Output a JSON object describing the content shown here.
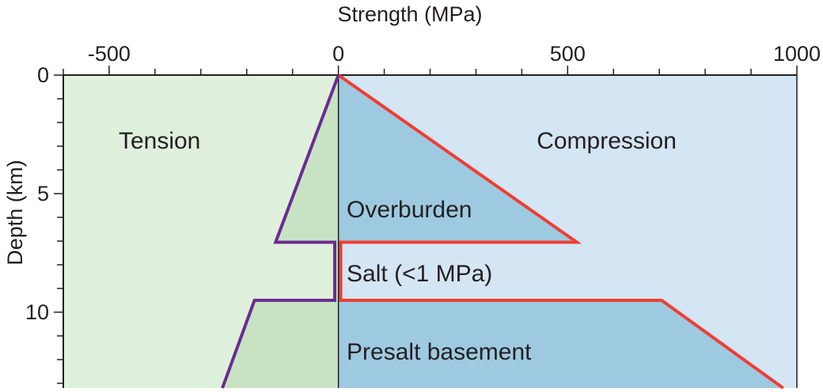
{
  "chart_data": {
    "type": "area",
    "xlabel": "Strength (MPa)",
    "ylabel": "Depth (km)",
    "xlim": [
      -600,
      1000
    ],
    "ylim": [
      0,
      13.2
    ],
    "y_inverted": true,
    "x_axis_position": "top",
    "x_ticks": [
      {
        "value": -500,
        "label": "-500"
      },
      {
        "value": 0,
        "label": "0"
      },
      {
        "value": 500,
        "label": "500"
      },
      {
        "value": 1000,
        "label": "1000"
      }
    ],
    "x_minor_step": 100,
    "y_ticks": [
      {
        "value": 0,
        "label": "0"
      },
      {
        "value": 5,
        "label": "5"
      },
      {
        "value": 10,
        "label": "10"
      }
    ],
    "y_minor_step": 1,
    "regions": [
      {
        "label": "Tension",
        "x": -390,
        "y": 2.8
      },
      {
        "label": "Compression",
        "x": 585,
        "y": 2.8
      }
    ],
    "layers": [
      {
        "label": "Overburden",
        "x": 18,
        "y": 5.7
      },
      {
        "label": "Salt (<1 MPa)",
        "x": 18,
        "y": 8.4
      },
      {
        "label": "Presalt basement",
        "x": 18,
        "y": 11.7
      }
    ],
    "series": [
      {
        "key": "compression",
        "color": "#ef3e33",
        "fill": "#9ecae1",
        "x": [
          0,
          520,
          5,
          5,
          705,
          970
        ],
        "y": [
          0,
          7.05,
          7.05,
          9.5,
          9.5,
          13.2
        ]
      },
      {
        "key": "tension",
        "color": "#6b2c91",
        "fill": "#c8e3c4",
        "x": [
          0,
          -137,
          -8,
          -8,
          -183,
          -253
        ],
        "y": [
          0,
          7.05,
          7.05,
          9.5,
          9.5,
          13.2
        ]
      }
    ],
    "background_colors": {
      "tension": "#dff0dc",
      "compression": "#d4e5f4"
    },
    "grid": false,
    "legend": "none"
  }
}
